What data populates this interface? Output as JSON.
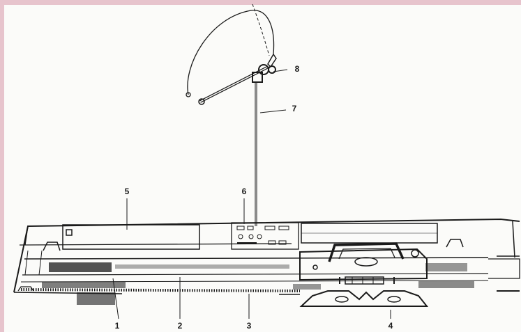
{
  "diagram": {
    "background": "#fbfbf9",
    "frame_color": "#e7c4cd",
    "ink_color": "#1a1a1a",
    "callouts": [
      {
        "id": "1",
        "label": "1"
      },
      {
        "id": "2",
        "label": "2"
      },
      {
        "id": "3",
        "label": "3"
      },
      {
        "id": "4",
        "label": "4"
      },
      {
        "id": "5",
        "label": "5"
      },
      {
        "id": "6",
        "label": "6"
      },
      {
        "id": "7",
        "label": "7"
      },
      {
        "id": "8",
        "label": "8"
      }
    ]
  }
}
